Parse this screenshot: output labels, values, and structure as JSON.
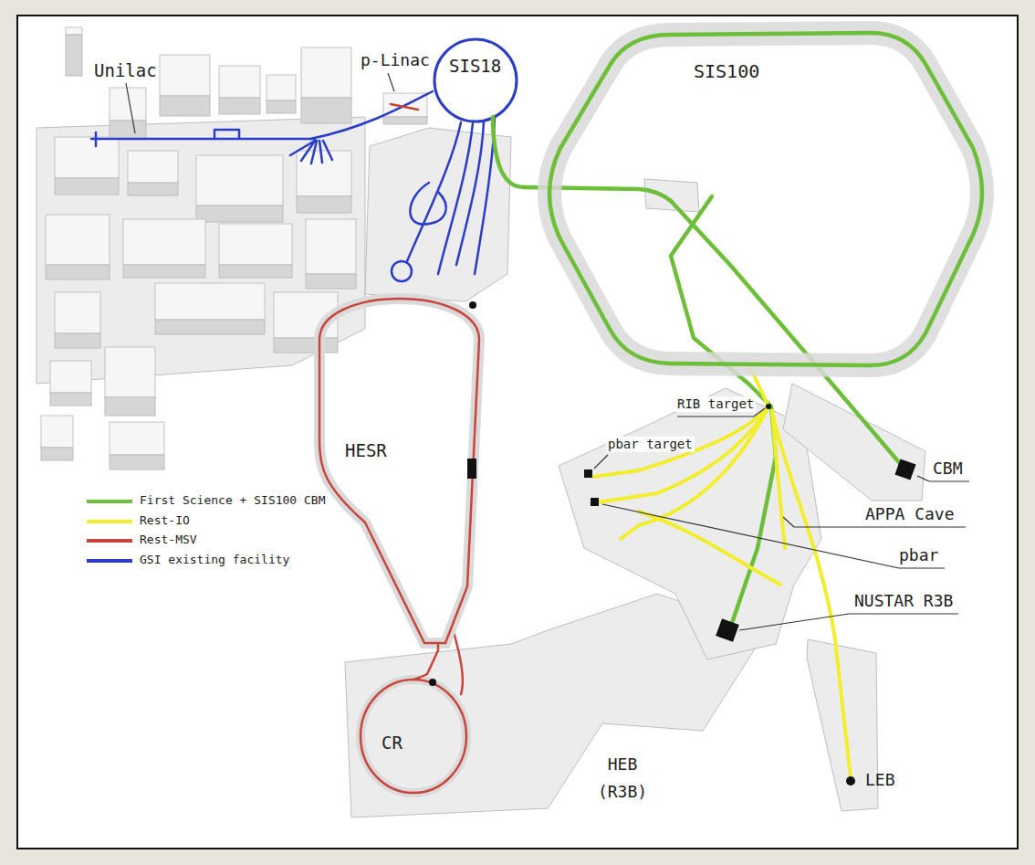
{
  "diagram": {
    "nodes": [
      {
        "text": [
          "SIS18"
        ]
      },
      {
        "text": [
          "SIS100"
        ]
      },
      {
        "text": [
          "HESR"
        ]
      },
      {
        "text": [
          "CR"
        ]
      }
    ],
    "edges": [
      {
        "from": 0,
        "to": 1,
        "arrow": "none"
      },
      {
        "from": 2,
        "to": 3,
        "arrow": "none"
      }
    ],
    "labels": [
      "p-Linac",
      "Unilac",
      "RIB target",
      "CBM",
      "pbar target",
      "APPA Cave",
      "pbar",
      "NUSTAR R3B",
      "HEB (R3B)",
      "LEB"
    ],
    "legend": [
      {
        "text": "First Science + SIS100 CBM",
        "color": "#6dbf3a"
      },
      {
        "text": "Rest-IO",
        "color": "#f2ee2e"
      },
      {
        "text": "Rest-MSV",
        "color": "#c8443c"
      },
      {
        "text": "GSI existing facility",
        "color": "#2a3dc8"
      }
    ]
  }
}
